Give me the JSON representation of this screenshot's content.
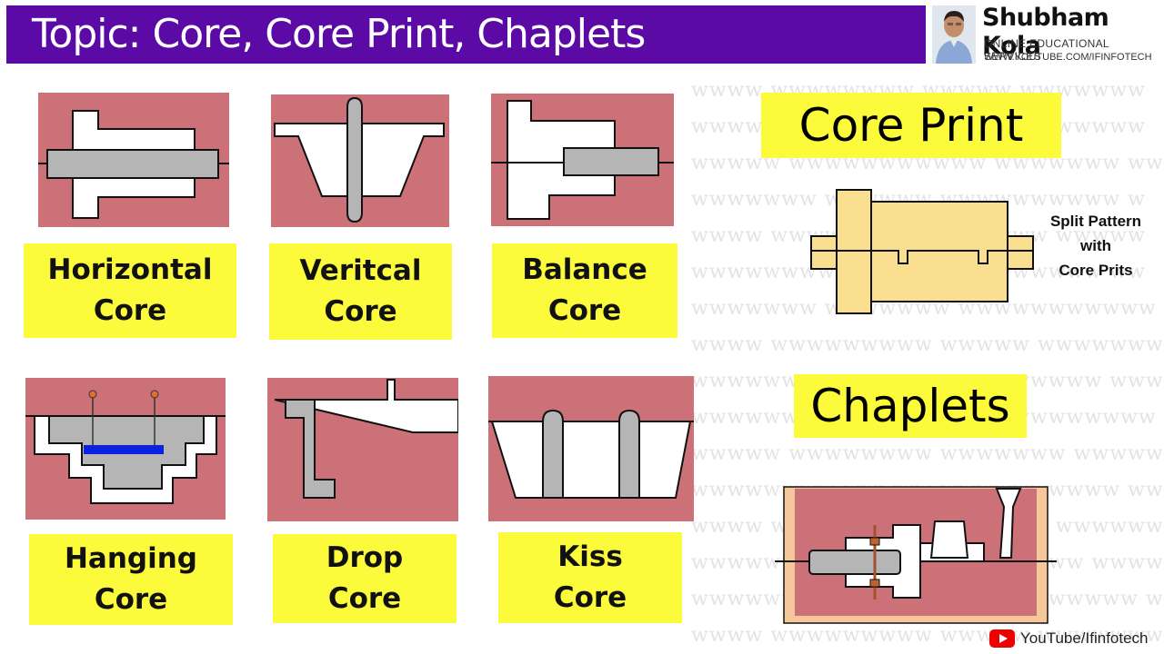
{
  "header": {
    "title": "Topic: Core, Core Print, Chaplets",
    "brand_name": "Shubham Kola",
    "brand_tagline": "ONLINE EDUCATIONAL SERVICES",
    "brand_url": "WWW.YOUTUBE.COM/IFINFOTECH"
  },
  "cores": [
    {
      "line1": "Horizontal",
      "line2": "Core"
    },
    {
      "line1": "Veritcal",
      "line2": "Core"
    },
    {
      "line1": "Balance",
      "line2": "Core"
    },
    {
      "line1": "Hanging",
      "line2": "Core"
    },
    {
      "line1": "Drop",
      "line2": "Core"
    },
    {
      "line1": "Kiss",
      "line2": "Core"
    }
  ],
  "core_print": {
    "heading": "Core Print",
    "note_line1": "Split Pattern",
    "note_line2": "with",
    "note_line3": "Core Prits"
  },
  "chaplets": {
    "heading": "Chaplets"
  },
  "footer": {
    "channel": "YouTube/Ifinfotech"
  },
  "colors": {
    "mold": "#cc7178",
    "core": "#b5b5b5",
    "label_bg": "#fbfb3c",
    "title_bar": "#5b0aa5",
    "pattern": "#f9df8f"
  }
}
